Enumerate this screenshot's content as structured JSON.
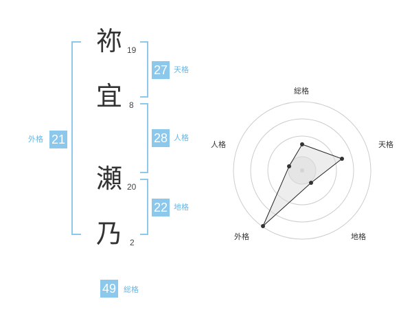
{
  "name": {
    "characters": [
      {
        "char": "祢",
        "strokes": "19"
      },
      {
        "char": "宜",
        "strokes": "8"
      },
      {
        "char": "瀬",
        "strokes": "20"
      },
      {
        "char": "乃",
        "strokes": "2"
      }
    ]
  },
  "scores": {
    "tenkaku": {
      "value": "27",
      "label": "天格"
    },
    "jinkaku": {
      "value": "28",
      "label": "人格"
    },
    "chikaku": {
      "value": "22",
      "label": "地格"
    },
    "gaikaku": {
      "value": "21",
      "label": "外格"
    },
    "soukaku": {
      "value": "49",
      "label": "総格"
    }
  },
  "radar": {
    "labels": {
      "soukaku": "総格",
      "tenkaku": "天格",
      "chikaku": "地格",
      "gaikaku": "外格",
      "jinkaku": "人格"
    },
    "colors": {
      "ring": "#cccccc",
      "fill": "#eeeeee",
      "line": "#222222",
      "point": "#333333"
    }
  }
}
